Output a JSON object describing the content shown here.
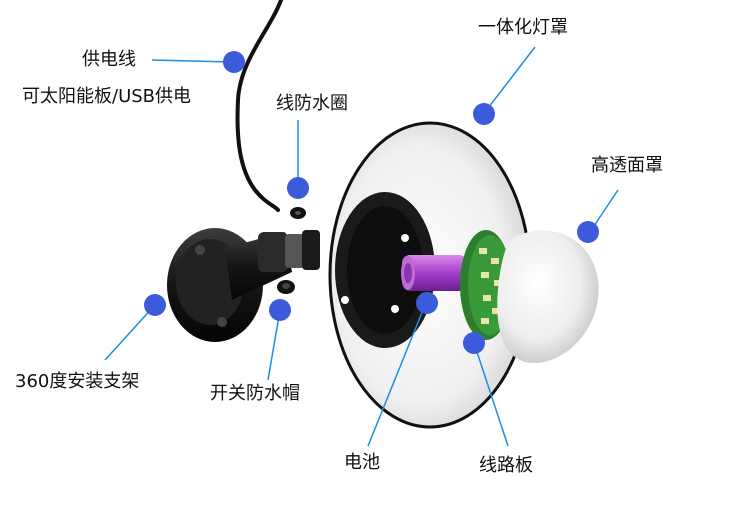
{
  "labels": {
    "power_cord": "供电线",
    "solar_usb": "可太阳能板/USB供电",
    "wire_seal": "线防水圈",
    "integrated_shade": "一体化灯罩",
    "clear_cover": "高透面罩",
    "mount_bracket": "360度安装支架",
    "switch_cap": "开关防水帽",
    "battery": "电池",
    "circuit_board": "线路板"
  },
  "colors": {
    "callout_dot": "#3b5bdb",
    "leader_line": "#1a8fe0",
    "battery": "#b04ad6",
    "pcb": "#3a9a3a",
    "shade": "#f2f2f2",
    "bracket": "#1a1a1a"
  }
}
